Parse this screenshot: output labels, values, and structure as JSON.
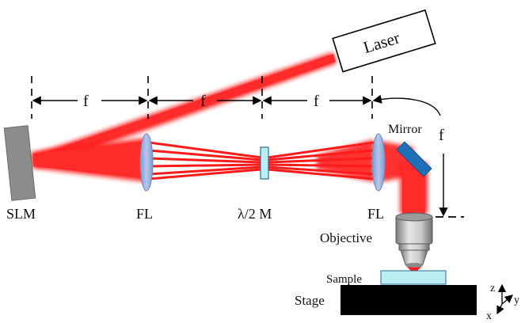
{
  "labels": {
    "laser": "Laser",
    "slm": "SLM",
    "fl_left": "FL",
    "half_wave_plate": "λ/2 M",
    "fl_right": "FL",
    "mirror": "Mirror",
    "objective": "Objective",
    "sample": "Sample",
    "stage": "Stage",
    "focal_length": "f"
  },
  "axes": {
    "z": "z",
    "y": "y",
    "x": "x"
  },
  "colors": {
    "beam": "#ff1a1a",
    "lens": "#9bb3de",
    "slm": "#8c8c8c",
    "mirror": "#1e6fb5",
    "waveplate": "#b9eef2",
    "sample": "#b9eef2",
    "stage": "#000000",
    "objective": "#bdbdbd"
  }
}
